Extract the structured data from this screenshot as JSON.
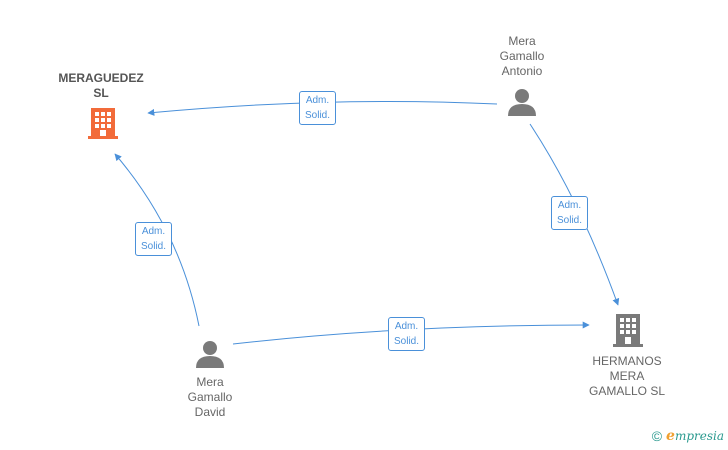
{
  "nodes": {
    "meraguedez": {
      "label": "MERAGUEDEZ\nSL",
      "type": "company",
      "color": "#f26b3a"
    },
    "hermanos": {
      "label": "HERMANOS\nMERA\nGAMALLO  SL",
      "type": "company",
      "color": "#7a7a7a"
    },
    "antonio": {
      "label": "Mera\nGamallo\nAntonio",
      "type": "person",
      "color": "#7a7a7a"
    },
    "david": {
      "label": "Mera\nGamallo\nDavid",
      "type": "person",
      "color": "#7a7a7a"
    }
  },
  "edges": [
    {
      "id": "antonio-meraguedez",
      "label": "Adm.\nSolid."
    },
    {
      "id": "antonio-hermanos",
      "label": "Adm.\nSolid."
    },
    {
      "id": "david-meraguedez",
      "label": "Adm.\nSolid."
    },
    {
      "id": "david-hermanos",
      "label": "Adm.\nSolid."
    }
  ],
  "colors": {
    "edge": "#4a90d9"
  },
  "footer": {
    "copyright": "©",
    "brand_initial": "e",
    "brand_rest": "mpresia"
  }
}
